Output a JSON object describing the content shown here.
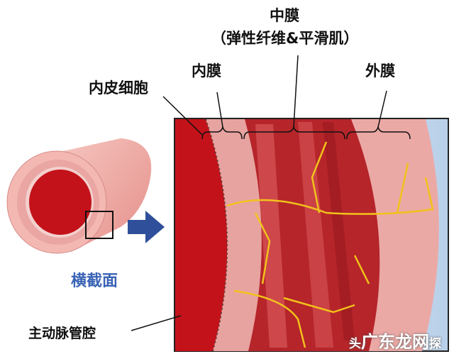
{
  "labels": {
    "media": "中膜",
    "media_detail": "（弹性纤维&平滑肌）",
    "intima": "内膜",
    "adventitia": "外膜",
    "endothelial_cells": "内皮细胞",
    "cross_section": "横截面",
    "aortic_lumen": "主动脉管腔"
  },
  "watermark": {
    "prefix": "头",
    "brand": "广东龙网",
    "suffix": "探"
  },
  "colors": {
    "lumen": "#c4121a",
    "media": "#b8262a",
    "intima": "#e59a9a",
    "adventitia": "#eaa8a8",
    "vessels": "#f2c21b",
    "arrow": "#2f4f9a",
    "cross_section_text": "#3a63b5"
  }
}
